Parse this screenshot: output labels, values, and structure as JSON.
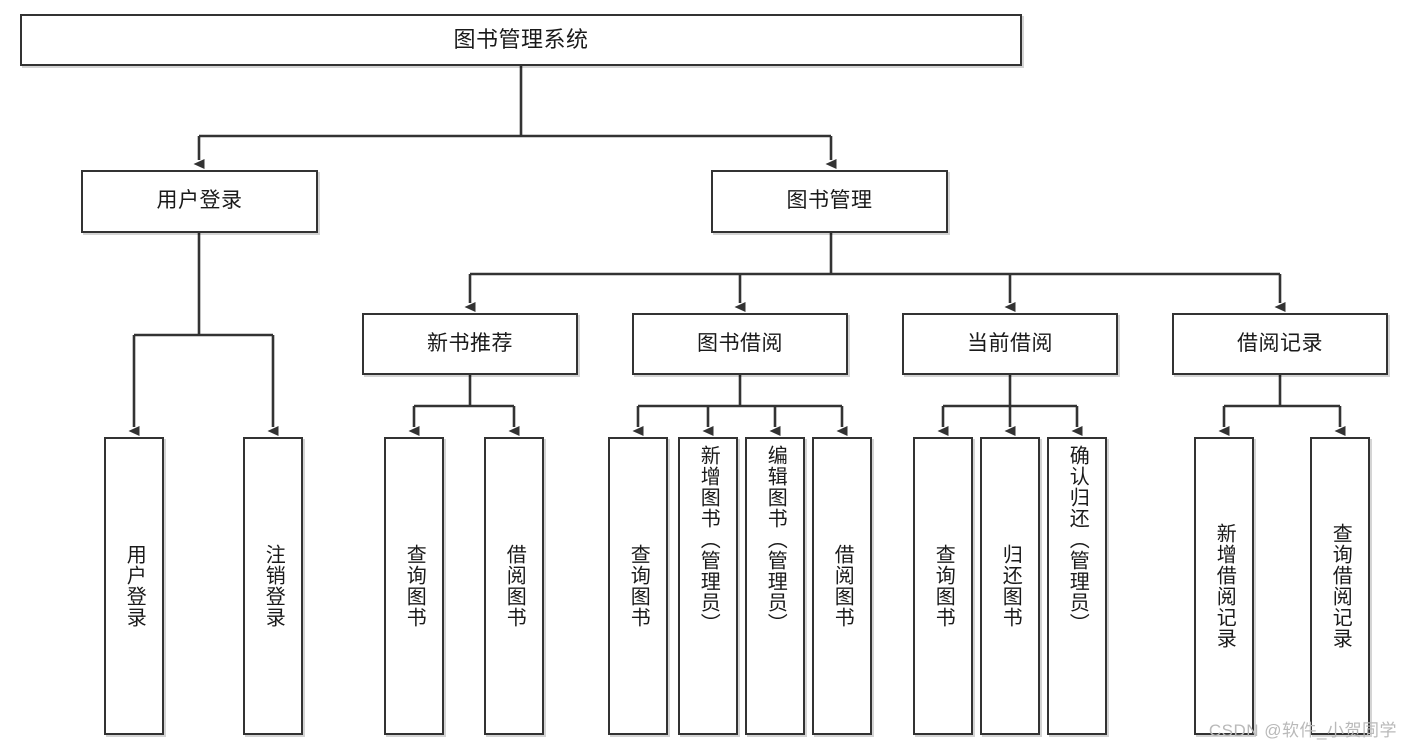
{
  "diagram": {
    "type": "tree",
    "title": "图书管理系统",
    "orientation": "top-down",
    "colors": {
      "box_border": "#333333",
      "box_fill": "#ffffff",
      "edge": "#333333",
      "text": "#1a1a1a",
      "watermark": "#b9b9b9"
    },
    "root": {
      "label": "图书管理系统"
    },
    "level2": [
      {
        "label": "用户登录"
      },
      {
        "label": "图书管理"
      }
    ],
    "level3": [
      {
        "label": "新书推荐"
      },
      {
        "label": "图书借阅"
      },
      {
        "label": "当前借阅"
      },
      {
        "label": "借阅记录"
      }
    ],
    "leaves": {
      "user_login": [
        {
          "label": "用户登录"
        },
        {
          "label": "注销登录"
        }
      ],
      "new_book_recommend": [
        {
          "label": "查询图书"
        },
        {
          "label": "借阅图书"
        }
      ],
      "book_borrow": [
        {
          "label": "查询图书"
        },
        {
          "label": "新增图书（管理员）"
        },
        {
          "label": "编辑图书（管理员）"
        },
        {
          "label": "借阅图书"
        }
      ],
      "current_borrow": [
        {
          "label": "查询图书"
        },
        {
          "label": "归还图书"
        },
        {
          "label": "确认归还（管理员）"
        }
      ],
      "borrow_record": [
        {
          "label": "新增借阅记录"
        },
        {
          "label": "查询借阅记录"
        }
      ]
    }
  },
  "watermark": {
    "text": "CSDN @软件_小贺同学"
  }
}
